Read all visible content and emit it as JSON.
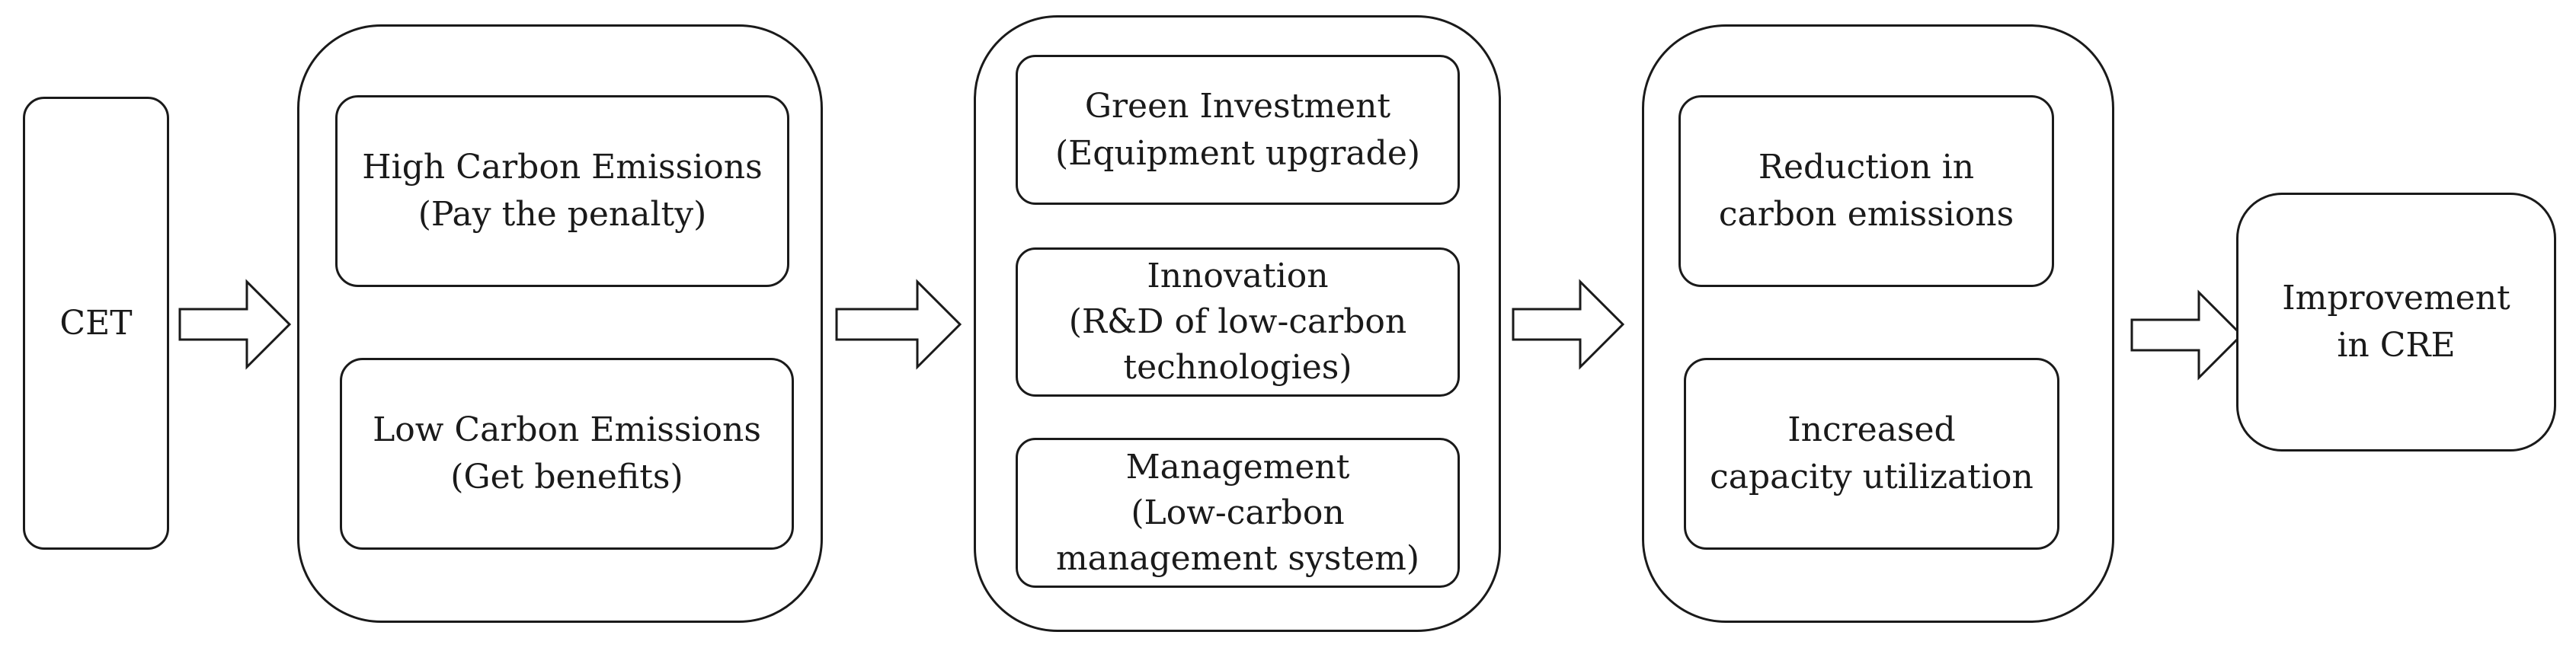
{
  "diagram": {
    "start": {
      "lines": [
        "CET"
      ]
    },
    "stage1": {
      "items": [
        {
          "lines": [
            "High Carbon Emissions",
            "(Pay the penalty)"
          ]
        },
        {
          "lines": [
            "Low Carbon Emissions",
            "(Get benefits)"
          ]
        }
      ]
    },
    "stage2": {
      "items": [
        {
          "lines": [
            "Green Investment",
            "(Equipment upgrade)"
          ]
        },
        {
          "lines": [
            "Innovation",
            "(R&D of low-carbon",
            "technologies)"
          ]
        },
        {
          "lines": [
            "Management",
            "(Low-carbon",
            "management system)"
          ]
        }
      ]
    },
    "stage3": {
      "items": [
        {
          "lines": [
            "Reduction in",
            "carbon emissions"
          ]
        },
        {
          "lines": [
            "Increased",
            "capacity utilization"
          ]
        }
      ]
    },
    "end": {
      "lines": [
        "Improvement",
        "in CRE"
      ]
    }
  }
}
